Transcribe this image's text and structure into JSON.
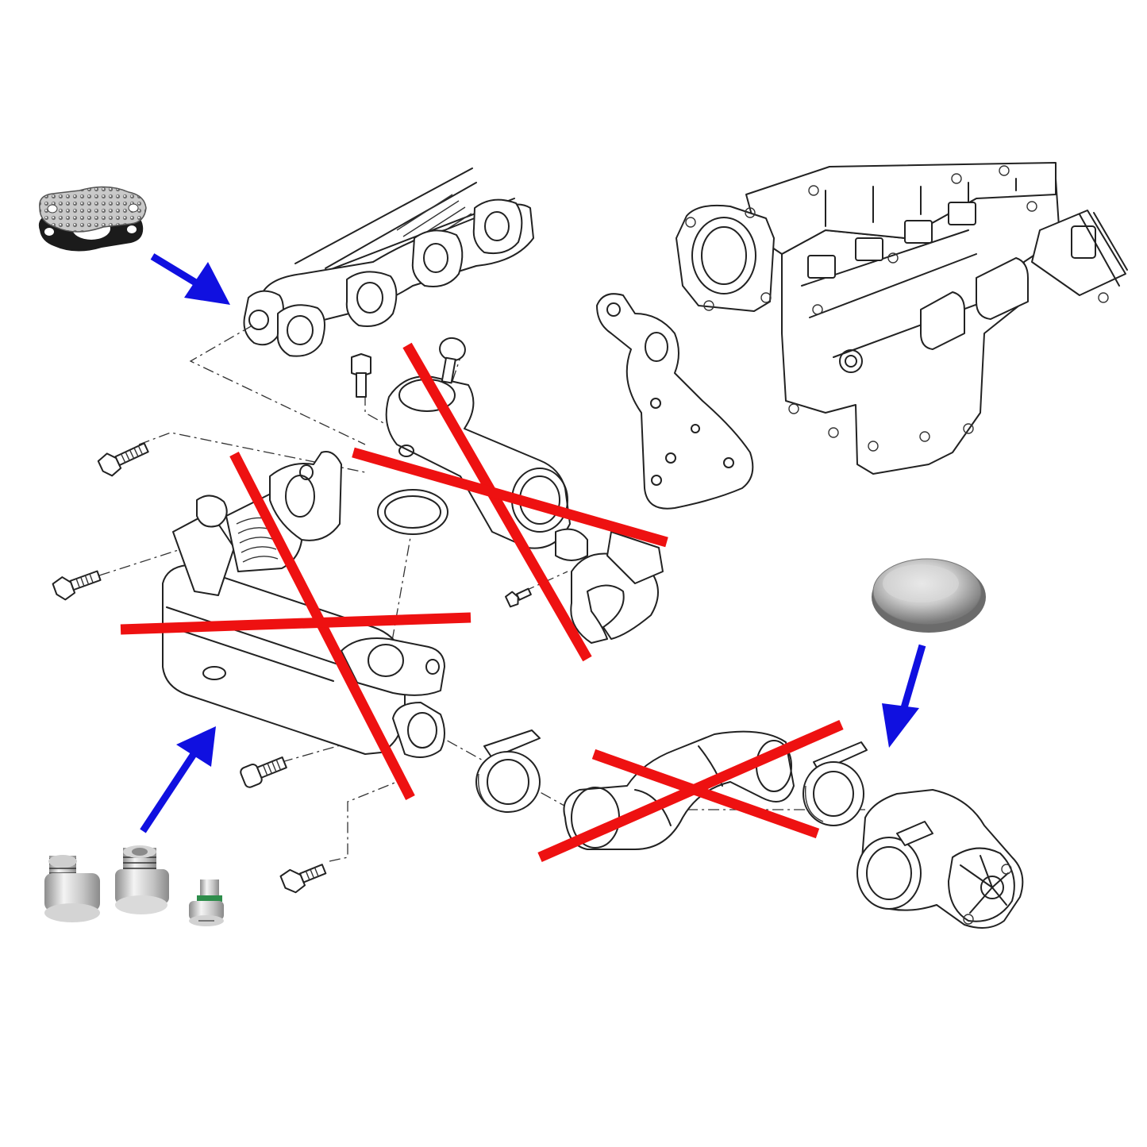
{
  "colors": {
    "cross_out": "#ee1111",
    "arrow": "#1010e0",
    "line_art": "#222222",
    "background": "#ffffff"
  },
  "icons": [
    "exhaust-manifold-drawing",
    "cylinder-head-drawing",
    "mounting-bracket-drawing",
    "egr-cooler-drawing",
    "connector-pipe-drawing",
    "egr-pipe-drawing",
    "egr-valve-drawing",
    "hose-clamp-drawing",
    "o-ring-seal-drawing",
    "bolt-drawing",
    "blanking-plate-gasket-photo",
    "blanking-cap-photo",
    "blanking-plugs-photo",
    "removed-part-cross",
    "install-arrow"
  ]
}
